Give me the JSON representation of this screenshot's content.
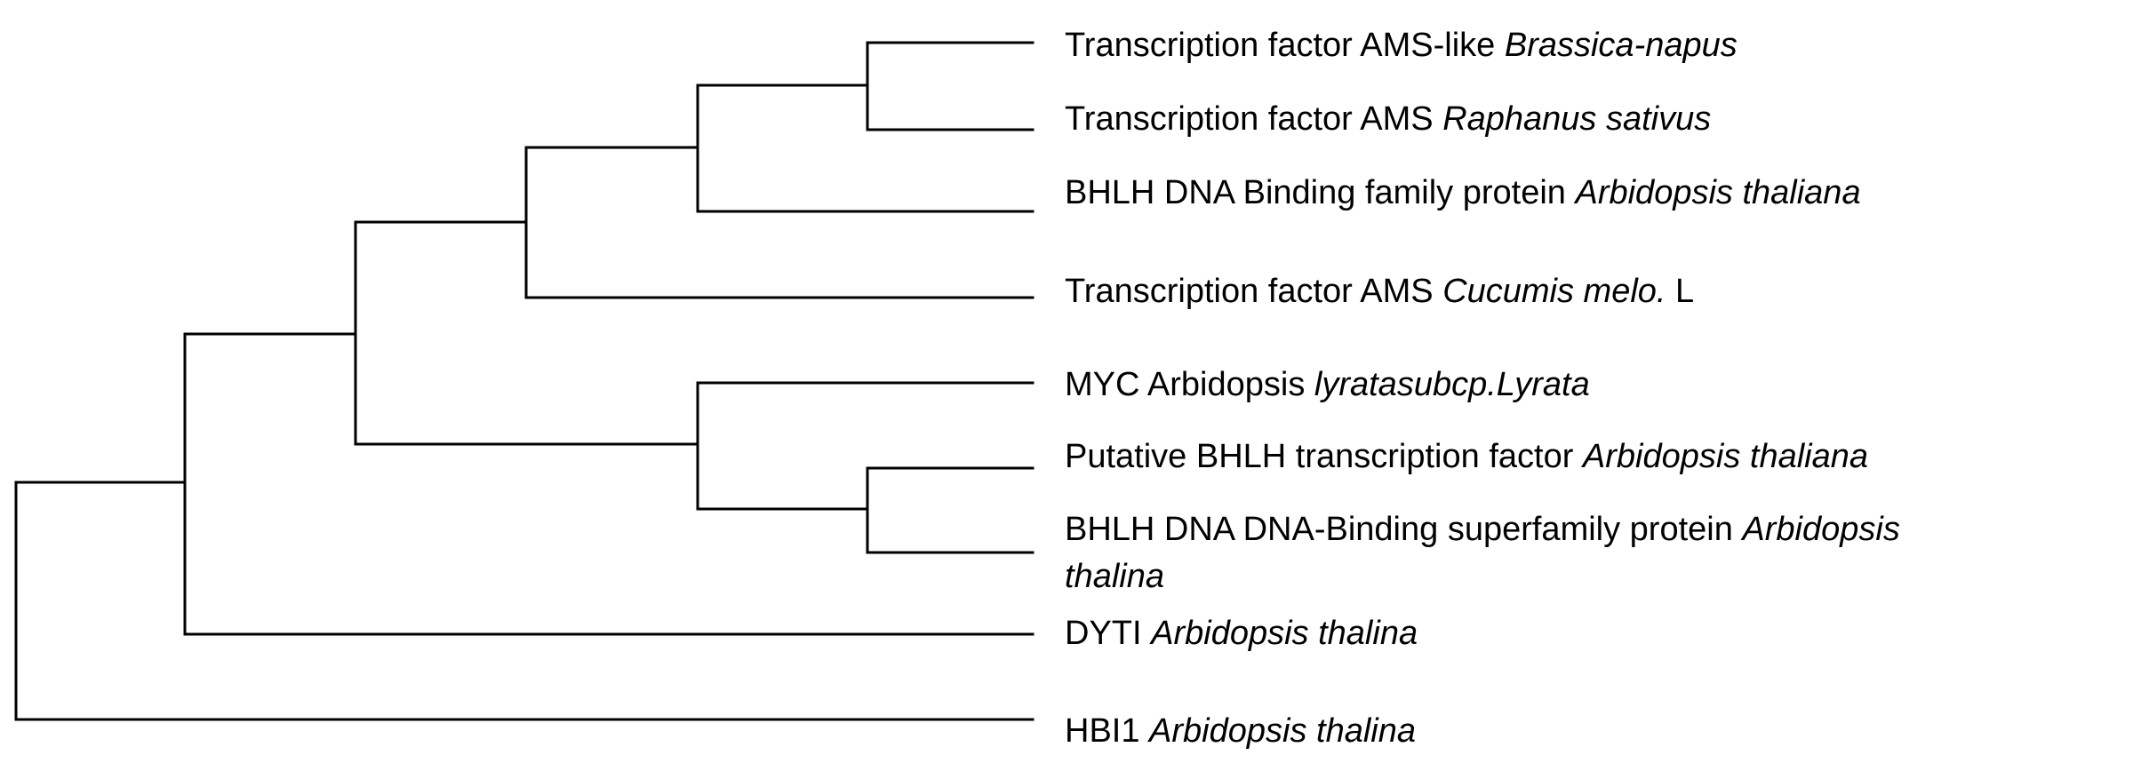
{
  "tree": {
    "line_color": "#000000",
    "leaves": [
      {
        "protein": "Transcription factor AMS-like",
        "species": "Brassica-napus",
        "suffix": ""
      },
      {
        "protein": "Transcription factor AMS",
        "species": "Raphanus sativus",
        "suffix": ""
      },
      {
        "protein": "BHLH DNA Binding family protein",
        "species": "Arbidopsis thaliana",
        "suffix": ""
      },
      {
        "protein": "Transcription factor AMS",
        "species": "Cucumis melo.",
        "suffix": "L"
      },
      {
        "protein": "MYC Arbidopsis",
        "species": "lyratasubcp.Lyrata",
        "suffix": ""
      },
      {
        "protein": "Putative BHLH transcription factor",
        "species": "Arbidopsis thaliana",
        "suffix": ""
      },
      {
        "protein": "BHLH DNA DNA-Binding superfamily protein",
        "species": "Arbidopsis",
        "species_line2": "thalina",
        "suffix": ""
      },
      {
        "protein": "DYTI",
        "species": "Arbidopsis thalina",
        "suffix": ""
      },
      {
        "protein": "HBI1",
        "species": "Arbidopsis thalina",
        "suffix": ""
      }
    ]
  }
}
